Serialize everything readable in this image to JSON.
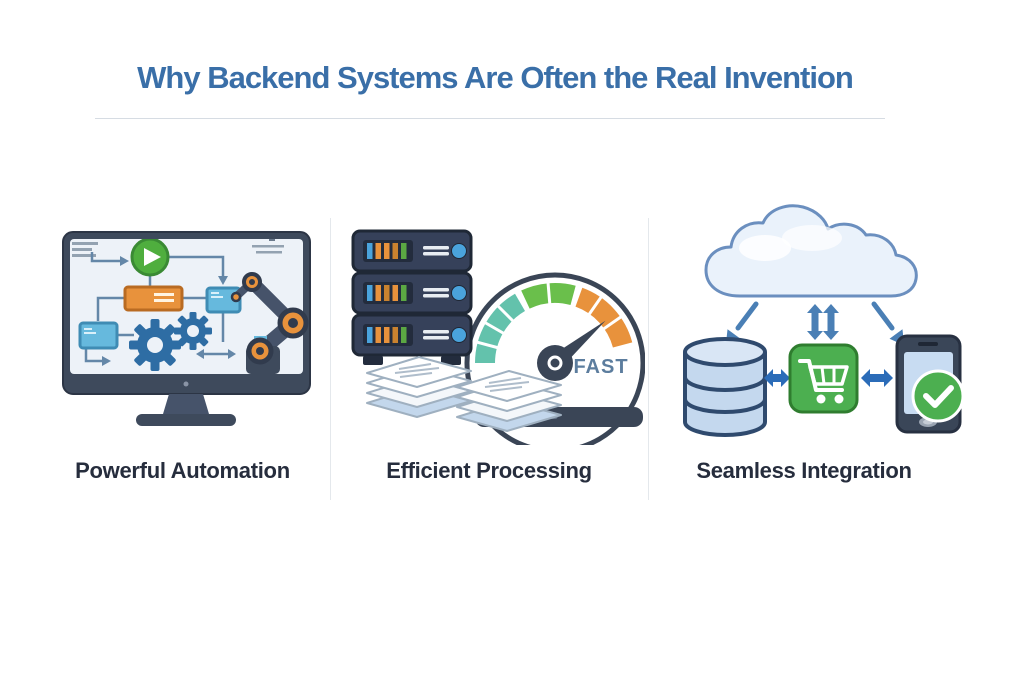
{
  "title": "Why Backend Systems Are Often the Real Invention",
  "columns": [
    {
      "id": "automation",
      "label": "Powerful Automation",
      "illustration": "monitor-flowchart-robot-arm"
    },
    {
      "id": "processing",
      "label": "Efficient Processing",
      "illustration": "server-rack-documents-speedometer",
      "gauge_text": "FAST"
    },
    {
      "id": "integration",
      "label": "Seamless Integration",
      "illustration": "cloud-database-cart-phone-sync"
    }
  ],
  "colors": {
    "background": "#FFFFFF",
    "title_text": "#3A6FA8",
    "label_text": "#262D3D",
    "horizontal_divider": "#D6DCE3",
    "vertical_divider": "#E4E8EC",
    "dark_slate": "#3A4556",
    "accent_green": "#4FAE3E",
    "accent_orange": "#E8923C",
    "accent_blue": "#66B9DD",
    "gear_blue": "#2E6DA4",
    "gauge_teal": "#63C2AC",
    "gauge_green": "#6ABF4B",
    "gauge_orange": "#E8923C",
    "gauge_text": "#5C7D9E",
    "server_led_blue": "#4AA3DC",
    "cloud_fill": "#EAF2FB",
    "cloud_stroke": "#6B8FBF",
    "sync_arrow_blue": "#4A7FB5",
    "link_arrow_blue": "#2B6CB8",
    "database_fill": "#C4D8EE",
    "cart_green": "#4CAF50",
    "check_green": "#4CAF50"
  }
}
